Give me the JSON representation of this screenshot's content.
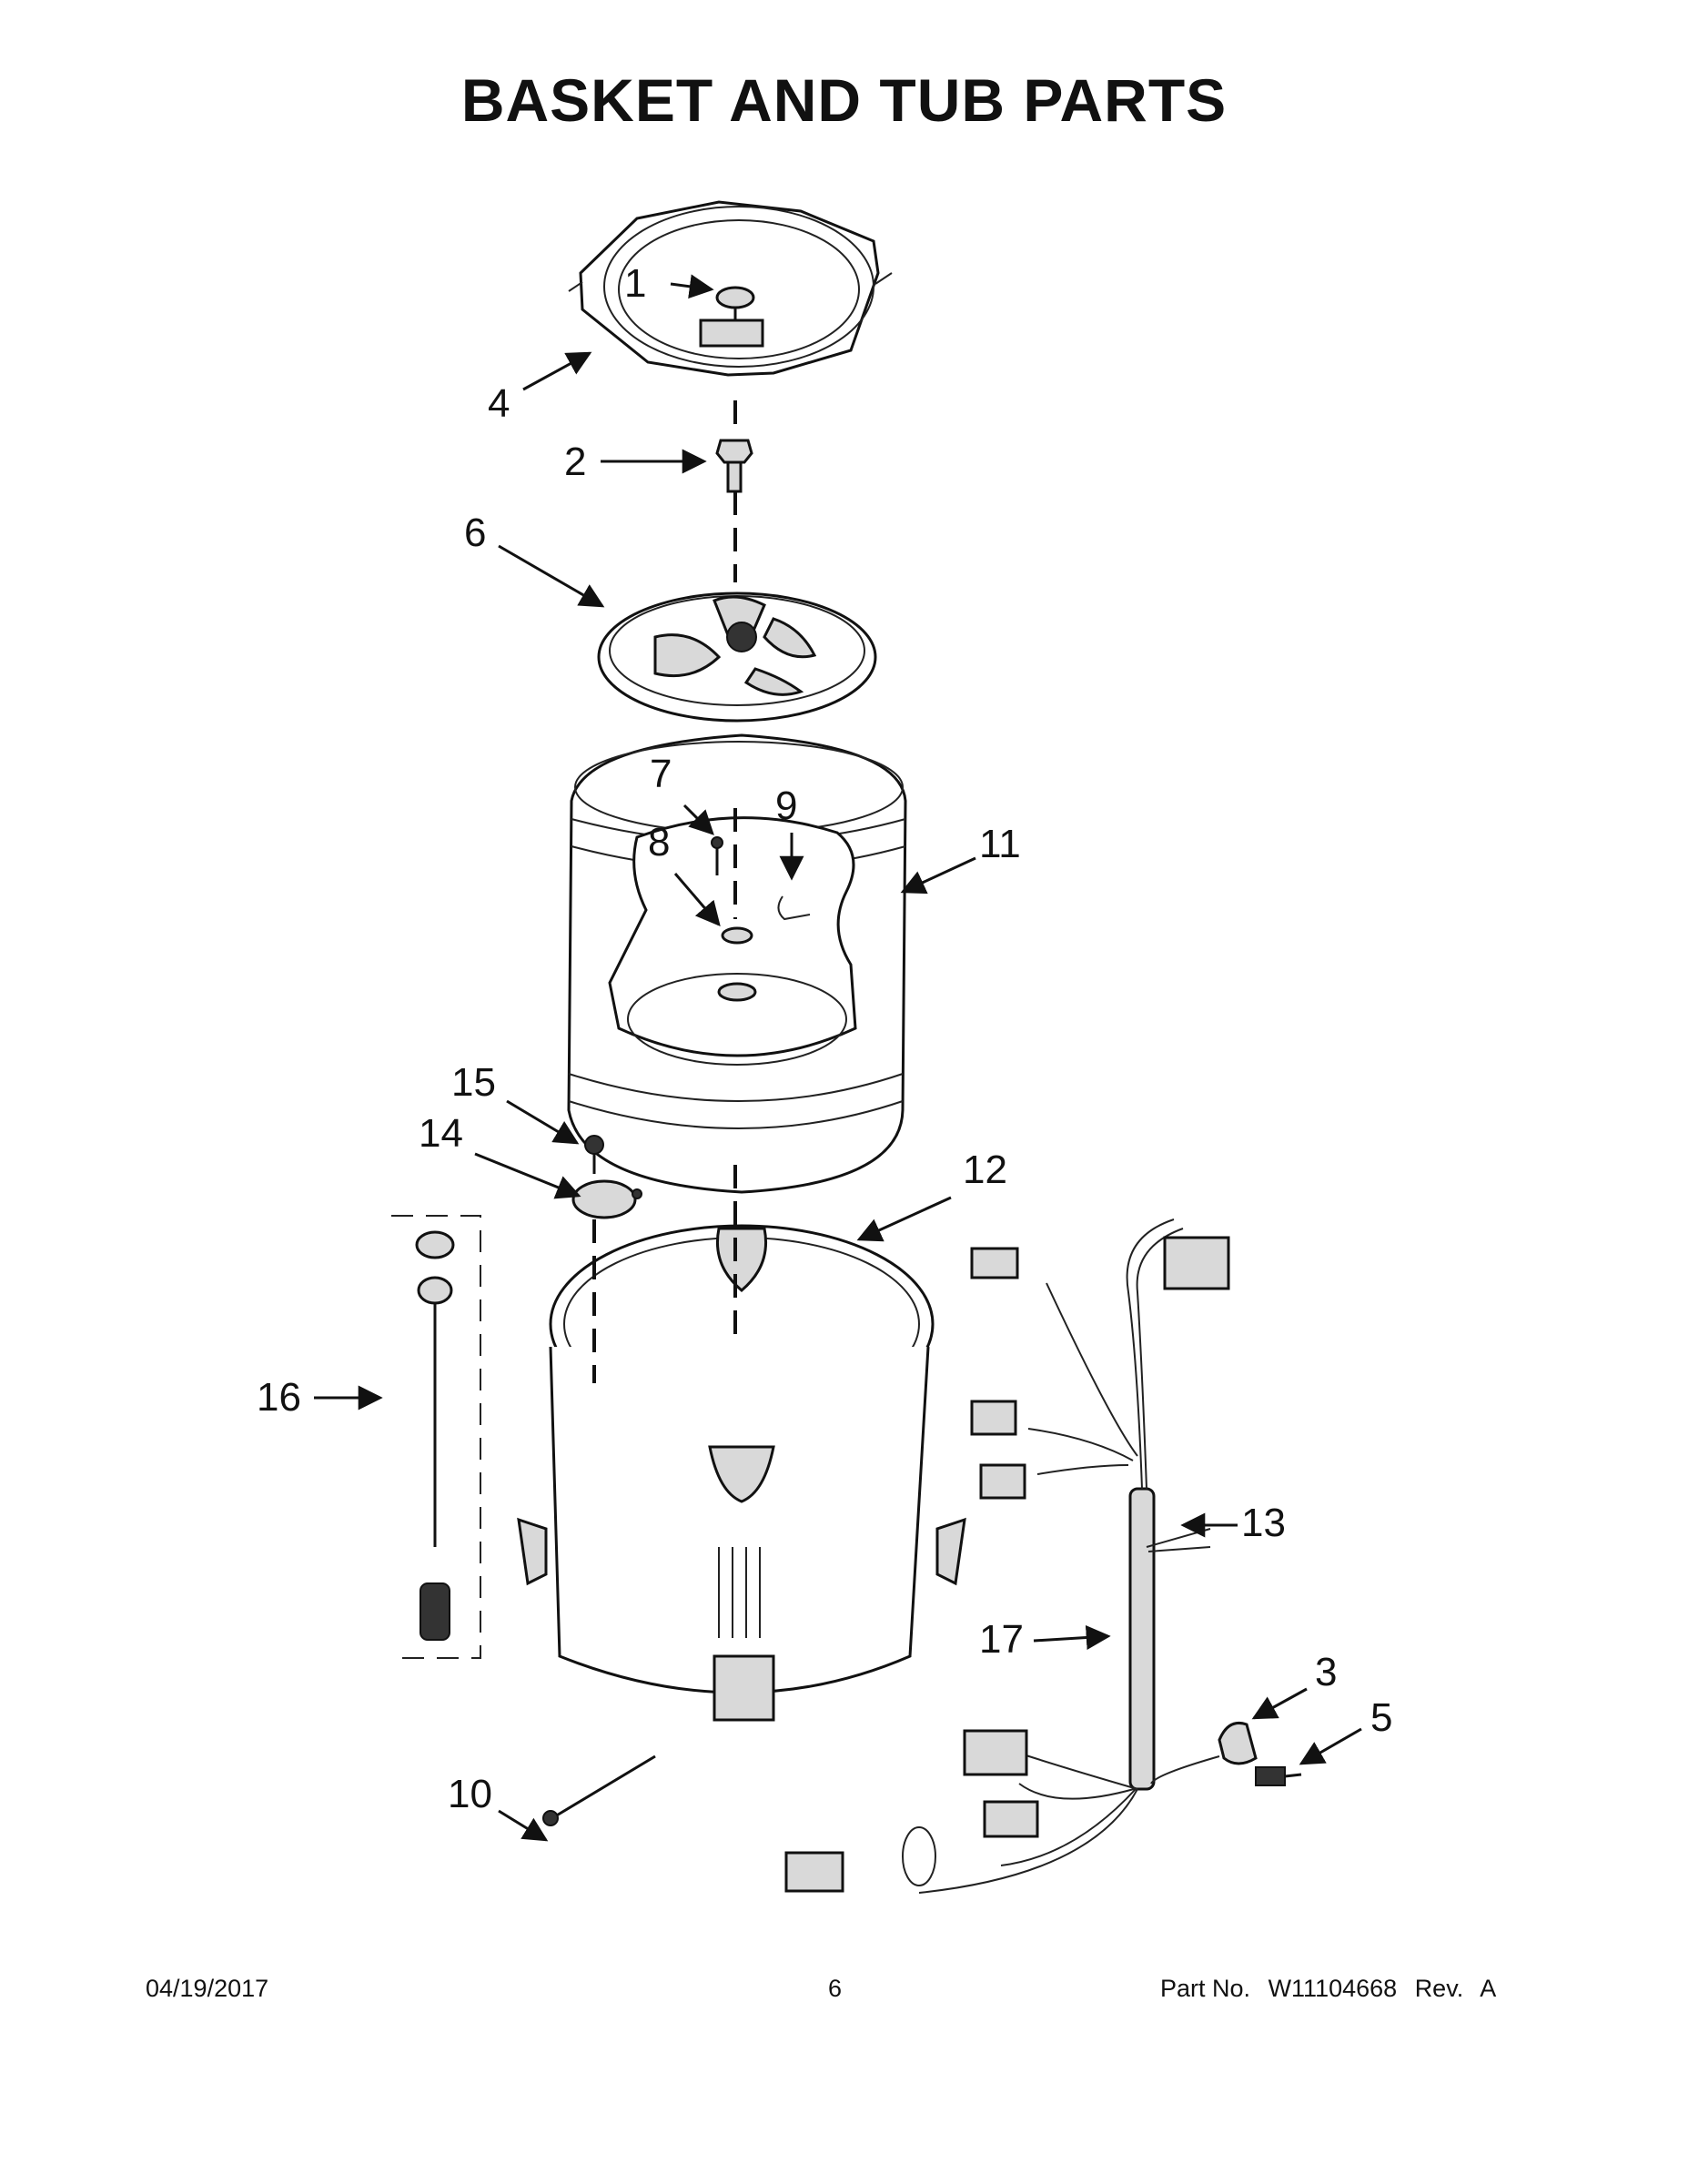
{
  "title": "BASKET AND TUB PARTS",
  "callouts": [
    {
      "id": "1",
      "label": "1"
    },
    {
      "id": "2",
      "label": "2"
    },
    {
      "id": "3",
      "label": "3"
    },
    {
      "id": "4",
      "label": "4"
    },
    {
      "id": "5",
      "label": "5"
    },
    {
      "id": "6",
      "label": "6"
    },
    {
      "id": "7",
      "label": "7"
    },
    {
      "id": "8",
      "label": "8"
    },
    {
      "id": "9",
      "label": "9"
    },
    {
      "id": "10",
      "label": "10"
    },
    {
      "id": "11",
      "label": "11"
    },
    {
      "id": "12",
      "label": "12"
    },
    {
      "id": "13",
      "label": "13"
    },
    {
      "id": "14",
      "label": "14"
    },
    {
      "id": "15",
      "label": "15"
    },
    {
      "id": "16",
      "label": "16"
    },
    {
      "id": "17",
      "label": "17"
    }
  ],
  "footer": {
    "date": "04/19/2017",
    "page": "6",
    "part_label": "Part No.",
    "part_number": "W11104668",
    "rev_label": "Rev.",
    "rev": "A"
  }
}
